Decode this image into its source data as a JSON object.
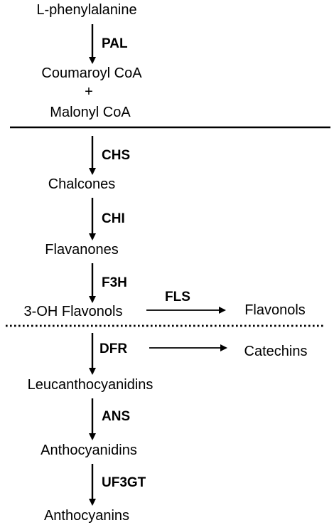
{
  "compounds": {
    "phenylalanine": "L-phenylalanine",
    "coumaroyl": "Coumaroyl CoA",
    "plus": "+",
    "malonyl": "Malonyl CoA",
    "chalcones": "Chalcones",
    "flavanones": "Flavanones",
    "oh_flavonols": "3-OH Flavonols",
    "flavonols": "Flavonols",
    "catechins": "Catechins",
    "leucanthocyanidins": "Leucanthocyanidins",
    "anthocyanidins": "Anthocyanidins",
    "anthocyanins": "Anthocyanins"
  },
  "enzymes": {
    "pal": "PAL",
    "chs": "CHS",
    "chi": "CHI",
    "f3h": "F3H",
    "fls": "FLS",
    "dfr": "DFR",
    "ans": "ANS",
    "uf3gt": "UF3GT"
  }
}
